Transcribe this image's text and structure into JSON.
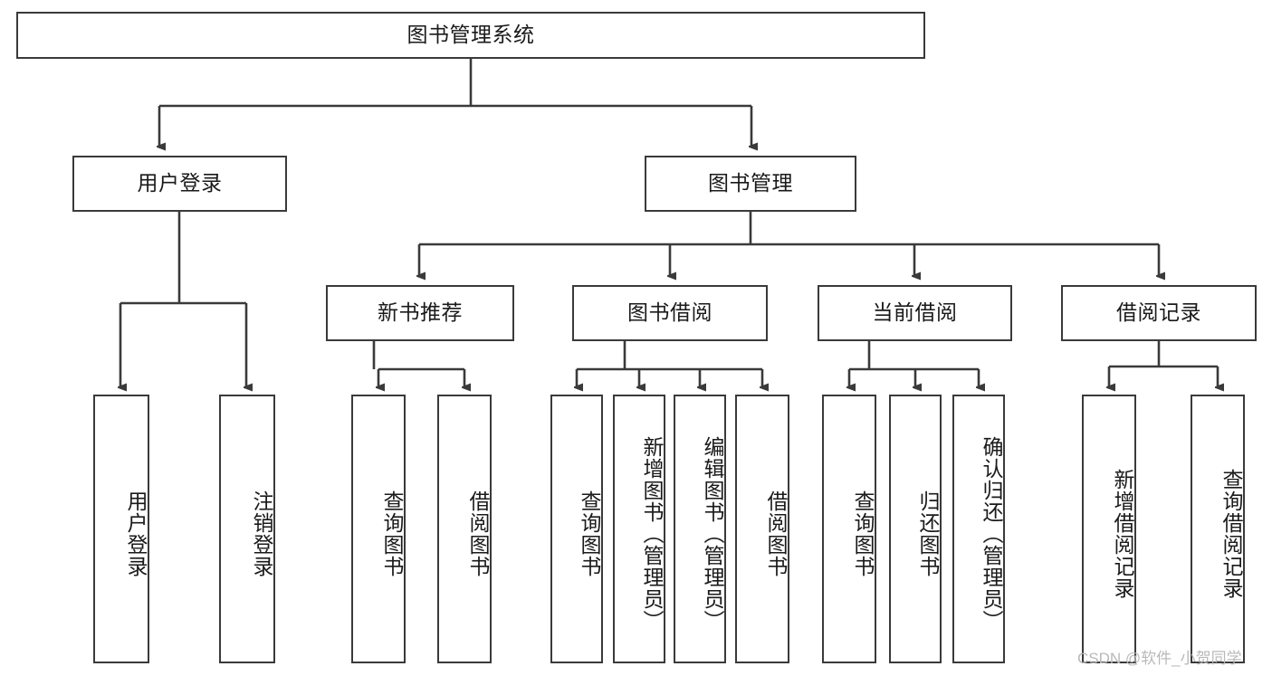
{
  "diagram": {
    "title": "图书管理系统",
    "type": "tree",
    "line_color": "#3a3a3a",
    "box_fill": "#ffffff",
    "text_color": "#1a1a1a",
    "watermark": "CSDN @软件_小贺同学",
    "nodes": {
      "root": {
        "label": "图书管理系统"
      },
      "user_login": {
        "label": "用户登录"
      },
      "book_manage": {
        "label": "图书管理"
      },
      "new_book_rec": {
        "label": "新书推荐"
      },
      "book_borrow": {
        "label": "图书借阅"
      },
      "current_borrow": {
        "label": "当前借阅"
      },
      "borrow_record": {
        "label": "借阅记录"
      },
      "leaf_user_login": {
        "label": "用户登录"
      },
      "leaf_logout": {
        "label": "注销登录"
      },
      "leaf_query_book_1": {
        "label": "查询图书"
      },
      "leaf_borrow_book_1": {
        "label": "借阅图书"
      },
      "leaf_query_book_2": {
        "label": "查询图书"
      },
      "leaf_add_book_admin": {
        "label": "新增图书（管理员）"
      },
      "leaf_edit_book_admin": {
        "label": "编辑图书（管理员）"
      },
      "leaf_borrow_book_2": {
        "label": "借阅图书"
      },
      "leaf_query_book_3": {
        "label": "查询图书"
      },
      "leaf_return_book": {
        "label": "归还图书"
      },
      "leaf_confirm_return_admin": {
        "label": "确认归还（管理员）"
      },
      "leaf_add_borrow_record": {
        "label": "新增借阅记录"
      },
      "leaf_query_borrow_record": {
        "label": "查询借阅记录"
      }
    },
    "hierarchy": [
      {
        "parent": "root",
        "children": [
          "user_login",
          "book_manage"
        ]
      },
      {
        "parent": "user_login",
        "children": [
          "leaf_user_login",
          "leaf_logout"
        ]
      },
      {
        "parent": "book_manage",
        "children": [
          "new_book_rec",
          "book_borrow",
          "current_borrow",
          "borrow_record"
        ]
      },
      {
        "parent": "new_book_rec",
        "children": [
          "leaf_query_book_1",
          "leaf_borrow_book_1"
        ]
      },
      {
        "parent": "book_borrow",
        "children": [
          "leaf_query_book_2",
          "leaf_add_book_admin",
          "leaf_edit_book_admin",
          "leaf_borrow_book_2"
        ]
      },
      {
        "parent": "current_borrow",
        "children": [
          "leaf_query_book_3",
          "leaf_return_book",
          "leaf_confirm_return_admin"
        ]
      },
      {
        "parent": "borrow_record",
        "children": [
          "leaf_add_borrow_record",
          "leaf_query_borrow_record"
        ]
      }
    ]
  }
}
